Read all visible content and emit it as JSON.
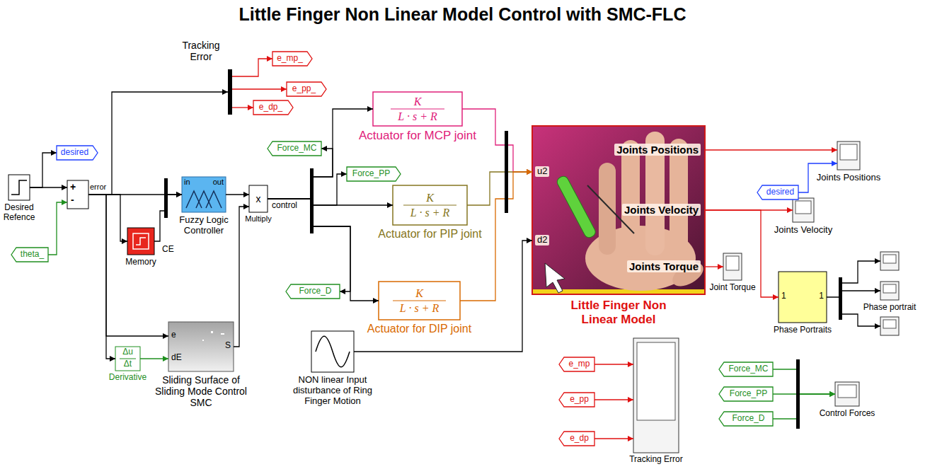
{
  "diagram": {
    "title": "Little Finger Non Linear Model Control with SMC-FLC",
    "nodes": [
      {
        "text": [
          "Desired Refence"
        ]
      },
      {
        "text": [
          "desired"
        ]
      },
      {
        "text": [
          "+",
          "-"
        ]
      },
      {
        "text": [
          "theta_"
        ]
      },
      {
        "text": [
          "Tracking Error"
        ]
      },
      {
        "text": [
          "e_mp_"
        ]
      },
      {
        "text": [
          "e_pp_"
        ]
      },
      {
        "text": [
          "e_dp_"
        ]
      },
      {
        "text": [
          "Memory"
        ]
      },
      {
        "text": [
          "in",
          "out",
          "Fuzzy Logic Controller"
        ]
      },
      {
        "text": [
          "x",
          "Multiply"
        ]
      },
      {
        "text": [
          "Δu",
          "Δt",
          "Derivative"
        ]
      },
      {
        "text": [
          "e",
          "dE",
          "S",
          "Sliding Surface of Sliding Mode Control SMC"
        ]
      },
      {
        "text": [
          "Force_MC"
        ]
      },
      {
        "text": [
          "Force_PP"
        ]
      },
      {
        "text": [
          "Force_D"
        ]
      },
      {
        "text": [
          "K",
          "L · s + R",
          "Actuator for MCP joint"
        ]
      },
      {
        "text": [
          "K",
          "L · s + R",
          "Actuator for PIP joint"
        ]
      },
      {
        "text": [
          "K",
          "L · s + R",
          "Actuator for DIP joint"
        ]
      },
      {
        "text": [
          "NON linear Input disturbance of Ring Finger Motion"
        ]
      },
      {
        "text": [
          "u2",
          "d2",
          "Joints Positions",
          "Joints Velocity",
          "Joints Torque",
          "Little Finger Non Linear Model"
        ]
      },
      {
        "text": [
          "desired"
        ]
      },
      {
        "text": [
          "Joints Positions"
        ]
      },
      {
        "text": [
          "Joints Velocity"
        ]
      },
      {
        "text": [
          "Joint Torque"
        ]
      },
      {
        "text": [
          "1",
          "1",
          "Phase Portraits"
        ]
      },
      {
        "text": [
          "Phase portrait"
        ]
      },
      {
        "text": [
          "e_mp"
        ]
      },
      {
        "text": [
          "e_pp"
        ]
      },
      {
        "text": [
          "e_dp"
        ]
      },
      {
        "text": [
          "Tracking Error"
        ]
      },
      {
        "text": [
          "Force_MC"
        ]
      },
      {
        "text": [
          "Force_PP"
        ]
      },
      {
        "text": [
          "Force_D"
        ]
      },
      {
        "text": [
          "Control Forces"
        ]
      }
    ],
    "edges": [
      {
        "from": 0,
        "to": 1,
        "arrow": "to"
      },
      {
        "from": 0,
        "to": 2,
        "arrow": "to"
      },
      {
        "from": 3,
        "to": 2,
        "arrow": "to"
      },
      {
        "from": 2,
        "to": 4,
        "arrow": "to"
      },
      {
        "from": 2,
        "to": 8,
        "arrow": "to"
      },
      {
        "from": 2,
        "to": 9,
        "arrow": "to"
      },
      {
        "from": 8,
        "to": 9,
        "arrow": "to"
      },
      {
        "from": 2,
        "to": 12,
        "arrow": "to"
      },
      {
        "from": 2,
        "to": 11,
        "arrow": "to"
      },
      {
        "from": 11,
        "to": 12,
        "arrow": "to"
      },
      {
        "from": 4,
        "to": 5,
        "arrow": "to"
      },
      {
        "from": 4,
        "to": 6,
        "arrow": "to"
      },
      {
        "from": 4,
        "to": 7,
        "arrow": "to"
      },
      {
        "from": 9,
        "to": 10,
        "arrow": "to"
      },
      {
        "from": 12,
        "to": 10,
        "arrow": "to"
      },
      {
        "from": 10,
        "to": 16,
        "arrow": "to"
      },
      {
        "from": 10,
        "to": 13,
        "arrow": "to"
      },
      {
        "from": 10,
        "to": 17,
        "arrow": "to"
      },
      {
        "from": 10,
        "to": 14,
        "arrow": "to"
      },
      {
        "from": 10,
        "to": 18,
        "arrow": "to"
      },
      {
        "from": 10,
        "to": 15,
        "arrow": "to"
      },
      {
        "from": 16,
        "to": 20,
        "arrow": "to"
      },
      {
        "from": 17,
        "to": 20,
        "arrow": "to"
      },
      {
        "from": 18,
        "to": 20,
        "arrow": "to"
      },
      {
        "from": 19,
        "to": 20,
        "arrow": "to"
      },
      {
        "from": 20,
        "to": 22,
        "arrow": "to"
      },
      {
        "from": 21,
        "to": 22,
        "arrow": "to"
      },
      {
        "from": 20,
        "to": 23,
        "arrow": "to"
      },
      {
        "from": 20,
        "to": 24,
        "arrow": "to"
      },
      {
        "from": 20,
        "to": 25,
        "arrow": "to"
      },
      {
        "from": 25,
        "to": 26,
        "arrow": "to"
      },
      {
        "from": 27,
        "to": 30,
        "arrow": "to"
      },
      {
        "from": 28,
        "to": 30,
        "arrow": "to"
      },
      {
        "from": 29,
        "to": 30,
        "arrow": "to"
      },
      {
        "from": 31,
        "to": 34,
        "arrow": "to"
      },
      {
        "from": 32,
        "to": 34,
        "arrow": "to"
      },
      {
        "from": 33,
        "to": 34,
        "arrow": "to"
      }
    ],
    "labels": [
      "error",
      "CE",
      "control"
    ]
  }
}
